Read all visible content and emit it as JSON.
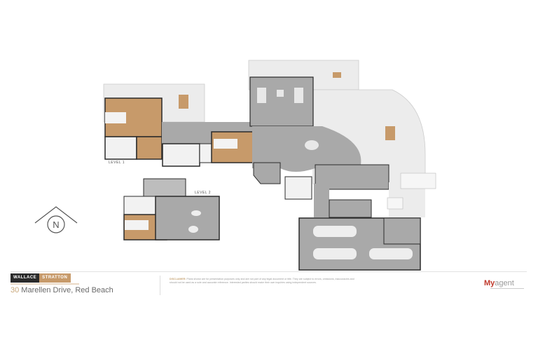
{
  "plan": {
    "level_1_label": "LEVEL 1",
    "level_2_label": "LEVEL 2",
    "compass_label": "N",
    "colors": {
      "bedroom": "#c79a6a",
      "living": "#a9a9a9",
      "outdoor": "#ececec",
      "wall": "#2a2a2a"
    }
  },
  "footer": {
    "brand_left": "WALLACE",
    "brand_right": "STRATTON",
    "address_number": "30",
    "address_text": " Marellen Drive, Red Beach",
    "disclaimer_heading": "DISCLAIMER:",
    "disclaimer_text": " Plans shown are for presentation purposes only and are not part of any legal document or title. They are subject to errors, omissions, inaccuracies and should not be used as a sole and accurate reference. Interested parties should make their own inquiries using independent sources.",
    "agent_brand_my": "My",
    "agent_brand_rest": "agent"
  }
}
